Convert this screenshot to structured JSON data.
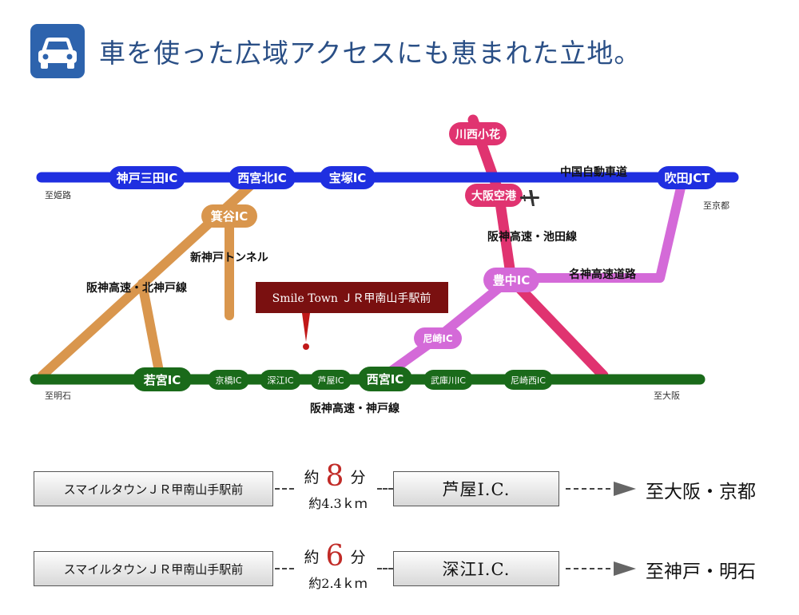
{
  "header": {
    "title": "車を使った広域アクセスにも恵まれた立地。",
    "icon": "car-icon",
    "icon_bg": "#2d63ad"
  },
  "map": {
    "colors": {
      "chugoku": "#1f2fe0",
      "kobe_line": "#1a6a1a",
      "kita_kobe": "#d9964d",
      "ikeda": "#e03370",
      "meishin": "#d46ad8",
      "ic_text": "#ffffff"
    },
    "chugoku": {
      "ics": [
        "神戸三田IC",
        "西宮北IC",
        "宝塚IC",
        "吹田JCT"
      ],
      "line_label": "中国自動車道",
      "left_label": "至姫路",
      "right_label": "至京都"
    },
    "kobe_line": {
      "ics": [
        "若宮IC",
        "京橋IC",
        "深江IC",
        "芦屋IC",
        "西宮IC",
        "武庫川IC",
        "尼崎西IC"
      ],
      "line_label": "阪神高速・神戸線",
      "left_label": "至明石",
      "right_label": "至大阪"
    },
    "kita_kobe": {
      "ic": "箕谷IC",
      "tunnel_label": "新神戸トンネル",
      "line_label": "阪神高速・北神戸線"
    },
    "ikeda": {
      "ics": [
        "川西小花",
        "大阪空港"
      ],
      "line_label": "阪神高速・池田線"
    },
    "meishin": {
      "ics": [
        "豊中IC",
        "尼崎IC"
      ],
      "line_label": "名神高速道路"
    },
    "site": {
      "label": "Smile Town ＪＲ甲南山手駅前",
      "color": "#7a1010"
    },
    "airport_icon": "airplane-icon"
  },
  "routes": [
    {
      "start": "スマイルタウンＪＲ甲南山手駅前",
      "time_prefix": "約",
      "time_value": "8",
      "time_suffix": "分",
      "distance": "約4.3ｋｍ",
      "ic": "芦屋I.C.",
      "destination": "至大阪・京都"
    },
    {
      "start": "スマイルタウンＪＲ甲南山手駅前",
      "time_prefix": "約",
      "time_value": "6",
      "time_suffix": "分",
      "distance": "約2.4ｋｍ",
      "ic": "深江I.C.",
      "destination": "至神戸・明石"
    }
  ]
}
